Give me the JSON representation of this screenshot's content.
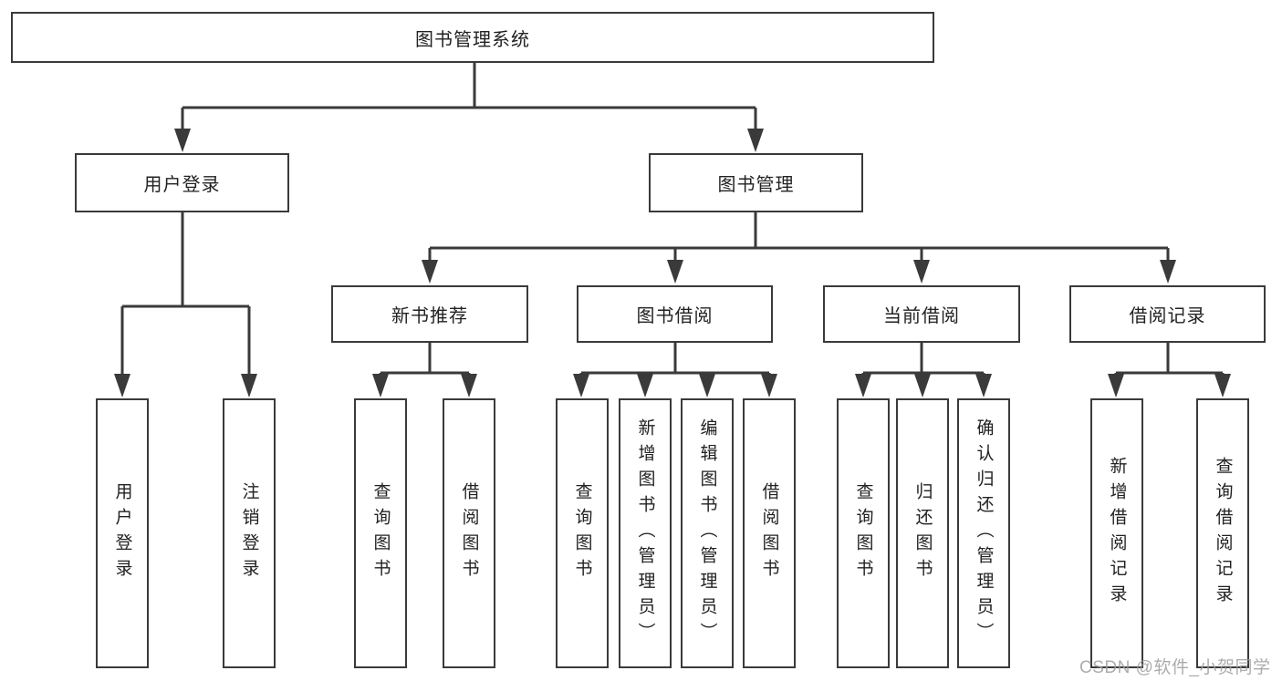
{
  "diagram": {
    "root": {
      "label": "图书管理系统"
    },
    "branches": [
      {
        "label": "用户登录",
        "children": [
          {
            "label": "用户登录"
          },
          {
            "label": "注销登录"
          }
        ]
      },
      {
        "label": "图书管理",
        "children": [
          {
            "label": "新书推荐",
            "children": [
              {
                "label": "查询图书"
              },
              {
                "label": "借阅图书"
              }
            ]
          },
          {
            "label": "图书借阅",
            "children": [
              {
                "label": "查询图书"
              },
              {
                "label": "新增图书（管理员）"
              },
              {
                "label": "编辑图书（管理员）"
              },
              {
                "label": "借阅图书"
              }
            ]
          },
          {
            "label": "当前借阅",
            "children": [
              {
                "label": "查询图书"
              },
              {
                "label": "归还图书"
              },
              {
                "label": "确认归还（管理员）"
              }
            ]
          },
          {
            "label": "借阅记录",
            "children": [
              {
                "label": "新增借阅记录"
              },
              {
                "label": "查询借阅记录"
              }
            ]
          }
        ]
      }
    ]
  },
  "watermark": {
    "text": "CSDN @软件_小贺同学"
  },
  "colors": {
    "line": "#3a3a3a",
    "box_border": "#3a3a3a",
    "text": "#222222",
    "background": "#ffffff",
    "watermark": "#9e9e9e"
  }
}
